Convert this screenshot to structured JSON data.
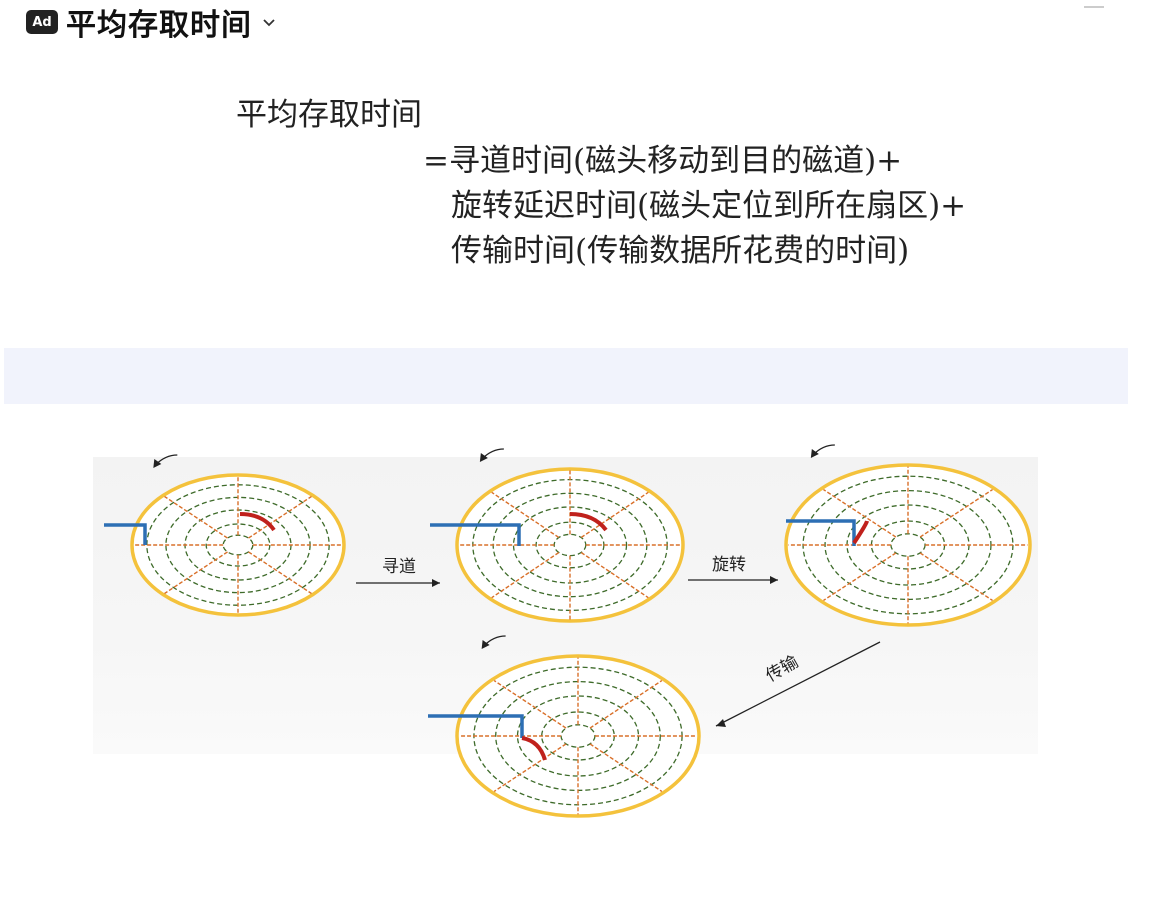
{
  "heading": {
    "badge": "Ad",
    "title": "平均存取时间",
    "dropdown_icon": "chevron-down-icon"
  },
  "formula": {
    "line1": "平均存取时间",
    "line2": "=寻道时间(磁头移动到目的磁道)+",
    "line3": "旋转延迟时间(磁头定位到所在扇区)+",
    "line4": "传输时间(传输数据所花费的时间)"
  },
  "diagram": {
    "labels": {
      "seek": "寻道",
      "rotate": "旋转",
      "transfer": "传输"
    },
    "colors": {
      "platter_edge": "#f4c23c",
      "track": "#3e6b2a",
      "spoke": "#d9702a",
      "arm": "#2d6fb4",
      "sector": "#c0211c"
    }
  }
}
